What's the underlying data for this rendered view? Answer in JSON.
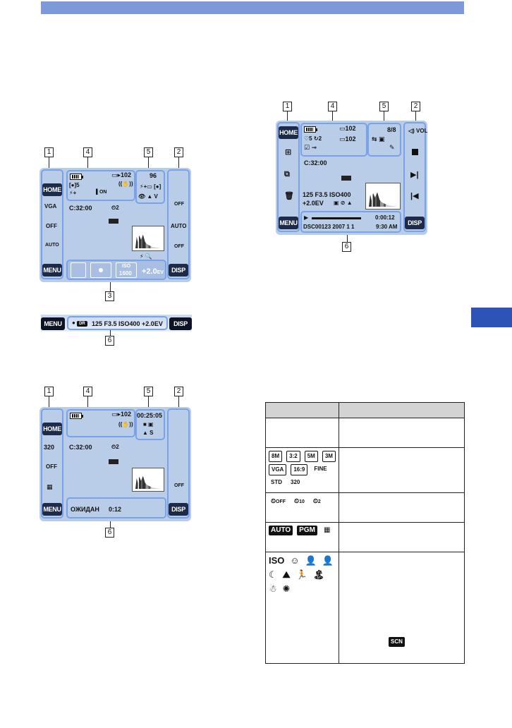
{
  "icons": {
    "screen1": [
      "film-icon",
      "self-timer-icon",
      "auto-mode-icon",
      "battery-icon",
      "memory-icon",
      "focus-icon",
      "stabilizer-icon",
      "flash-icon",
      "redeye-icon",
      "scene-icon",
      "macro-icon"
    ],
    "screen2": [
      "battery-icon",
      "memory-icon",
      "stabilizer-icon",
      "exposure-icon",
      "self-timer-icon"
    ],
    "screen3": [
      "index-icon",
      "slideshow-icon",
      "trash-icon",
      "volume-icon",
      "stop-icon",
      "next-icon",
      "prev-icon",
      "battery-icon",
      "protect-icon",
      "histogram-icon"
    ],
    "table": [
      "size-8m-icon",
      "self-timer-off-icon",
      "self-timer-10-icon",
      "self-timer-2-icon",
      "iso-icon",
      "smile-icon",
      "portrait-icon",
      "night-icon",
      "landscape-icon",
      "beach-icon",
      "snow-icon",
      "fireworks-icon"
    ]
  },
  "colors": {
    "header": "#7d99d9",
    "screen": "#b9cde8",
    "panel_border": "#7aa2e6",
    "button": "#1d2a4a",
    "side_tab": "#2c53b5"
  },
  "callouts": {
    "n1": "1",
    "n2": "2",
    "n3": "3",
    "n4": "4",
    "n5": "5",
    "n6": "6"
  },
  "screen1": {
    "home": "HOME",
    "menu": "MENU",
    "disp": "DISP",
    "left_top": "VGA",
    "left_mid": "OFF",
    "left_bot": "AUTO",
    "right_top": "OFF",
    "right_mid": "AUTO",
    "right_bot": "OFF",
    "count": "96",
    "folder": "102",
    "time": "C:32:00",
    "timer": "2",
    "frame5": "5",
    "on_label": "ON",
    "iso_label": "ISO",
    "iso_val": "1600",
    "ev": "+2.0",
    "ev_unit": "EV"
  },
  "strip": {
    "menu": "MENU",
    "disp": "DISP",
    "info": "125  F3.5  ISO400   +2.0EV"
  },
  "screen2": {
    "home": "HOME",
    "menu": "MENU",
    "disp": "DISP",
    "left_top": "320",
    "left_mid": "OFF",
    "right_bot": "OFF",
    "rec_time": "00:25:05",
    "folder": "102",
    "time": "C:32:00",
    "timer": "2",
    "status": "ОЖИДАН",
    "elapsed": "0:12"
  },
  "screen3": {
    "home": "HOME",
    "menu": "MENU",
    "disp": "DISP",
    "vol": "VOL",
    "counter": "8/8",
    "folder_a": "102",
    "folder_b": "102",
    "timer": "2",
    "five": "5",
    "time": "C:32:00",
    "exif1": "125   F3.5   ISO400",
    "exif2": "+2.0EV",
    "play_time": "0:00:12",
    "file": "DSC00123  2007  1  1",
    "clock": "9:30 AM"
  },
  "table": {
    "rows": [
      {
        "icons": []
      },
      {
        "icons": [
          "8M",
          "3:2",
          "5M",
          "3M",
          "VGA",
          "16:9",
          "FINE",
          "STD",
          "320"
        ]
      },
      {
        "icons": [
          "OFF",
          "10",
          "2"
        ]
      },
      {
        "icons": [
          "AUTO",
          "PGM"
        ]
      },
      {
        "icons": [
          "ISO",
          "SCN"
        ]
      }
    ]
  }
}
